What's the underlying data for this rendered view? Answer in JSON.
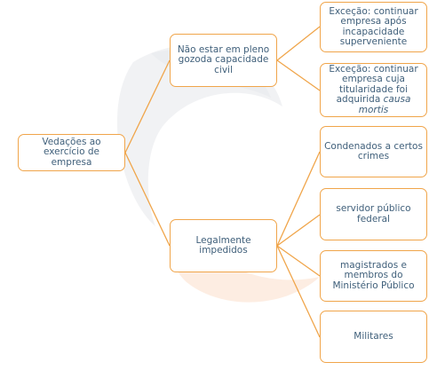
{
  "colors": {
    "border": "#f0a54a",
    "connector": "#f0a54a",
    "text": "#3f5f7a",
    "watermark_gray": "#e6e7ea",
    "watermark_orange": "#fde3d2"
  },
  "root": {
    "label": "Vedações ao exercício de empresa"
  },
  "branch_capacity": {
    "label": "Não estar em pleno gozoda capacidade civil",
    "exception_1": "Exceção: continuar empresa após incapacidade superveniente",
    "exception_2_text": "Exceção: continuar empresa cuja titularidade foi adquirida",
    "exception_2_italic": "causa mortis"
  },
  "branch_impeded": {
    "label": "Legalmente impedidos",
    "items": [
      "Condenados a certos crimes",
      "servidor público federal",
      "magistrados e membros do Ministério Público",
      "Militares"
    ]
  }
}
